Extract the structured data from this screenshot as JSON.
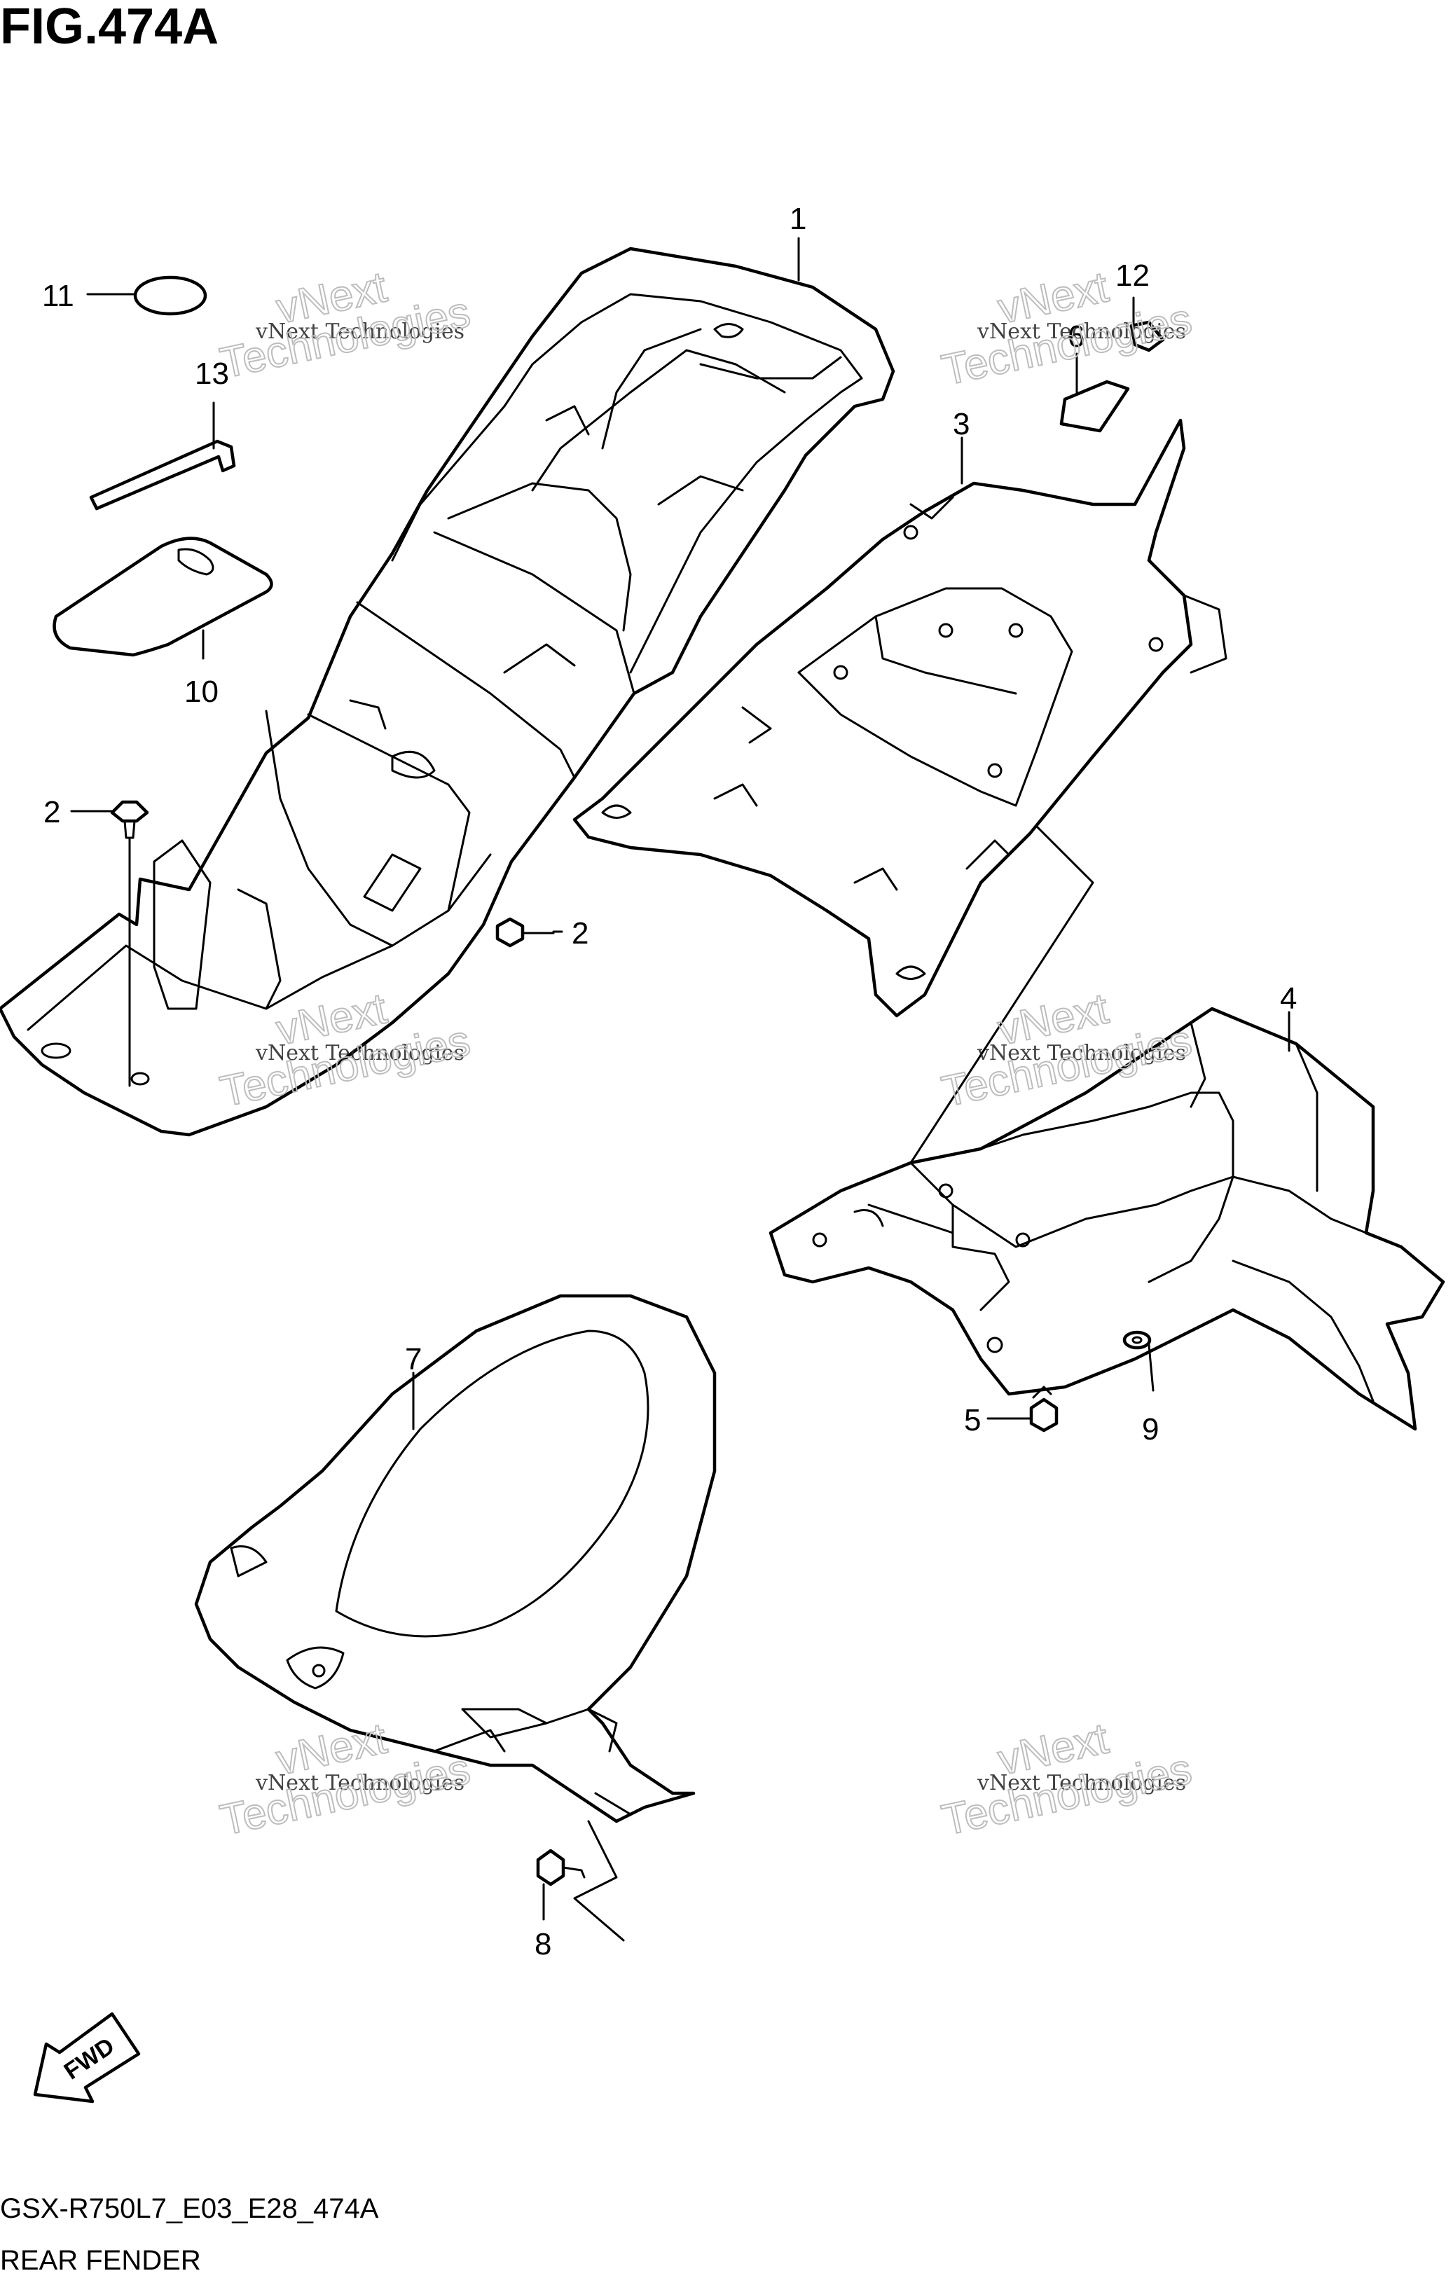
{
  "figure": {
    "title": "FIG.474A"
  },
  "footer": {
    "code": "GSX-R750L7_E03_E28_474A",
    "name": "REAR FENDER"
  },
  "direction": {
    "label": "FWD"
  },
  "watermark": {
    "line1": "vNext Technologies",
    "big_line1": "vNext",
    "big_line2": "Technologies"
  },
  "callouts": {
    "c1": "1",
    "c2a": "2",
    "c2b": "2",
    "c3": "3",
    "c4": "4",
    "c5": "5",
    "c6": "6",
    "c7": "7",
    "c8": "8",
    "c9": "9",
    "c10": "10",
    "c11": "11",
    "c12": "12",
    "c13": "13"
  }
}
